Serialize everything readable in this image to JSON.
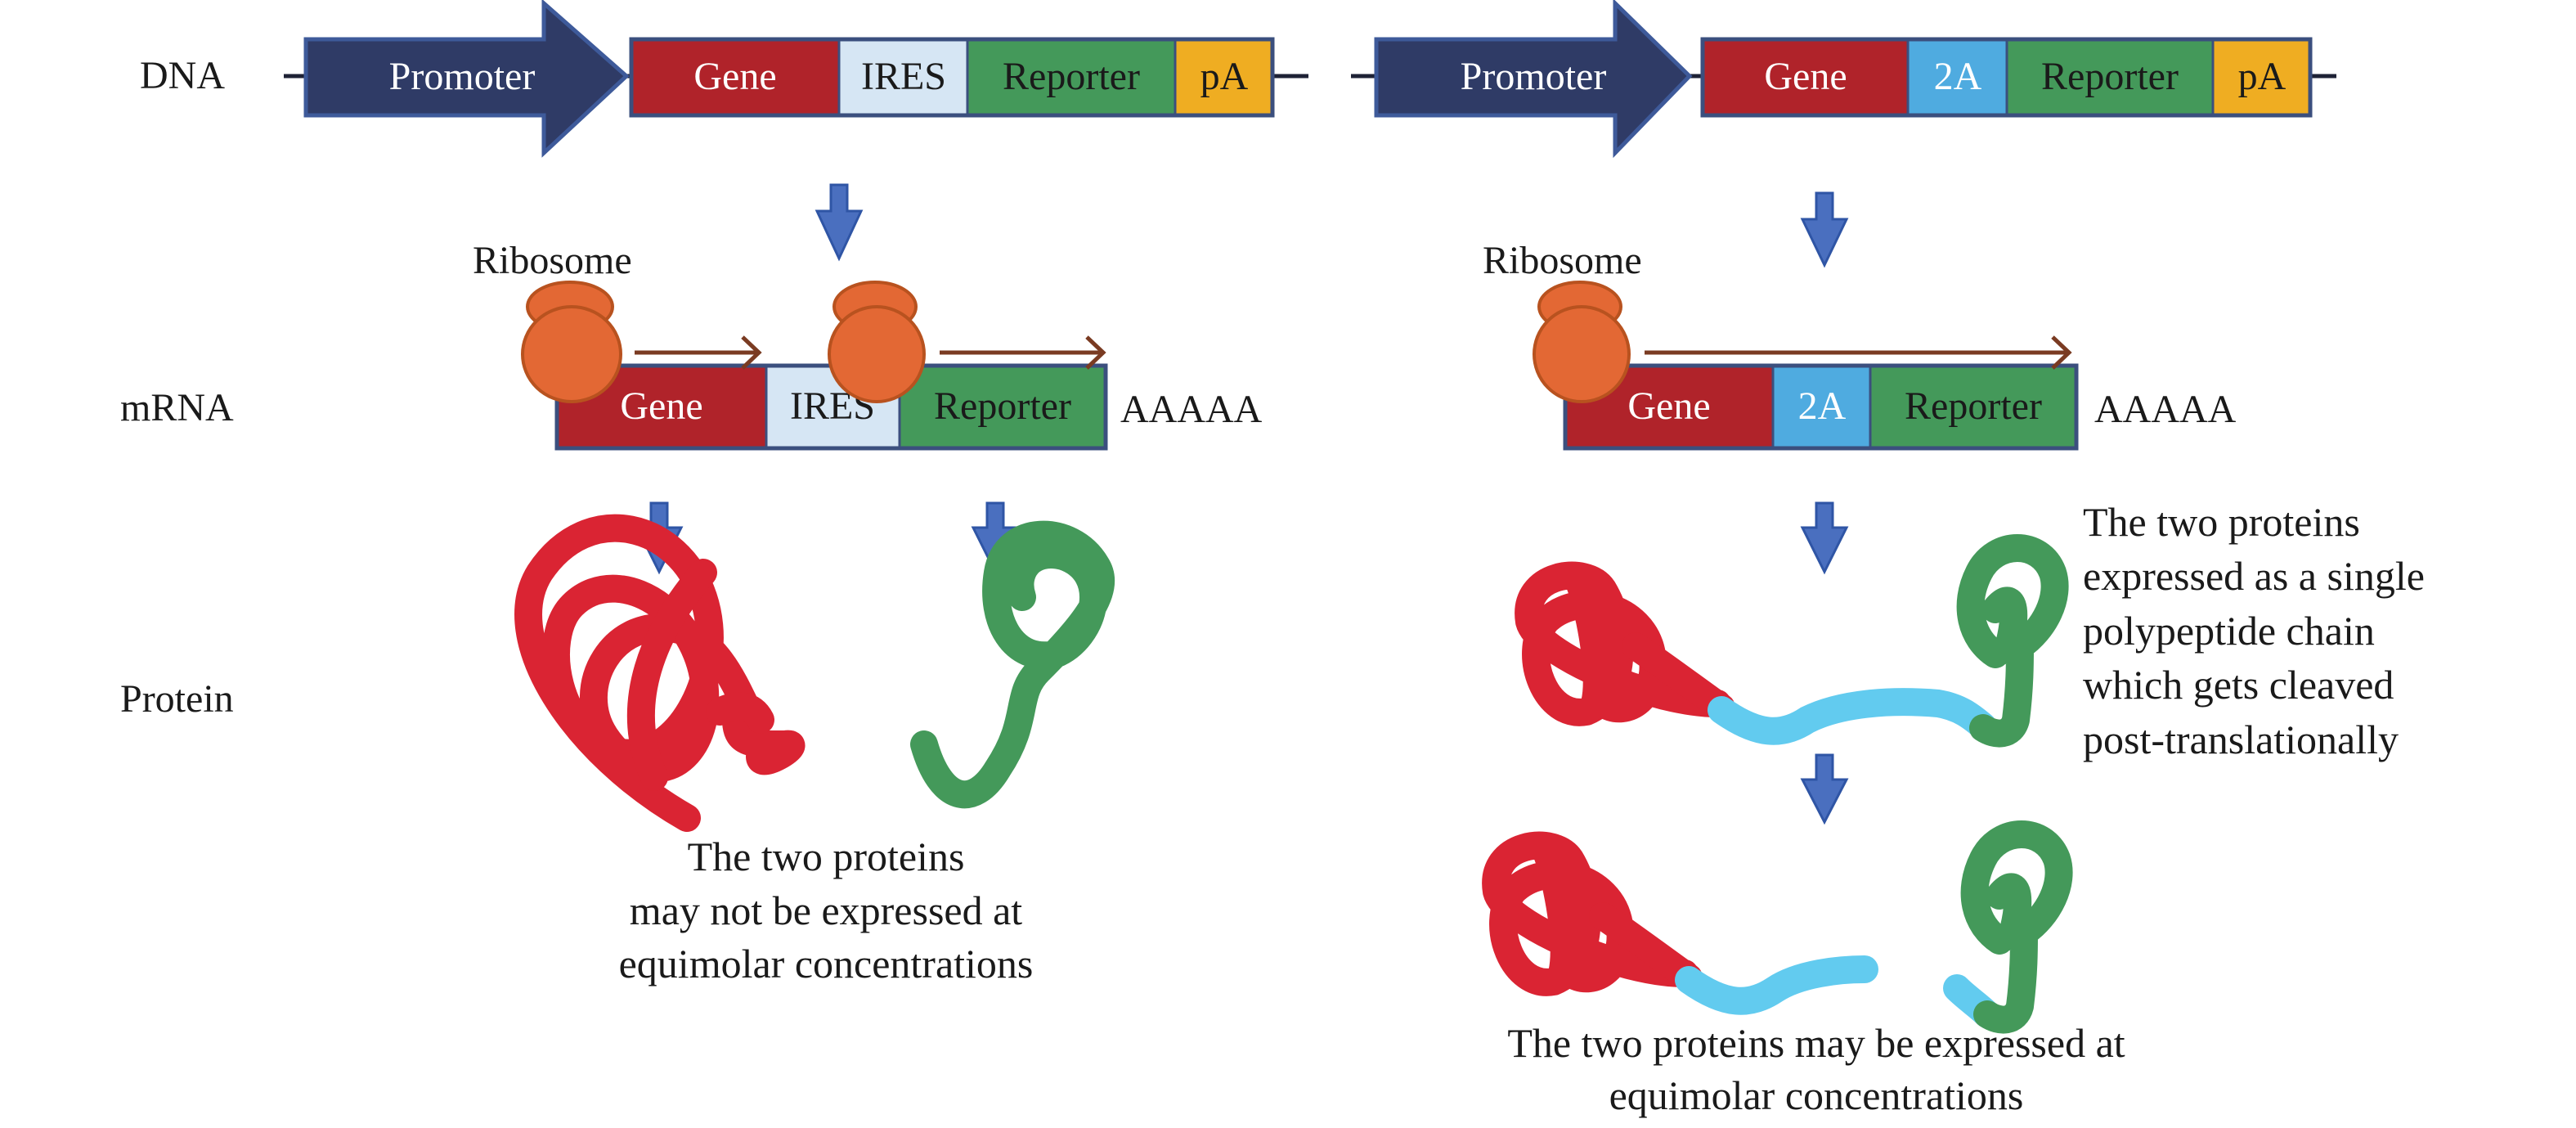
{
  "row_labels": {
    "dna": "DNA",
    "mrna": "mRNA",
    "protein": "Protein"
  },
  "left_construct": {
    "dna_segments": [
      {
        "key": "promoter",
        "label": "Promoter"
      },
      {
        "key": "gene",
        "label": "Gene"
      },
      {
        "key": "ires",
        "label": "IRES"
      },
      {
        "key": "reporter",
        "label": "Reporter"
      },
      {
        "key": "pa",
        "label": "pA"
      }
    ],
    "ribosome_label": "Ribosome",
    "mrna_segments": [
      {
        "key": "gene",
        "label": "Gene"
      },
      {
        "key": "ires",
        "label": "IRES"
      },
      {
        "key": "reporter",
        "label": "Reporter"
      }
    ],
    "poly_a": "AAAAA",
    "caption_lines": [
      "The two proteins",
      "may not be expressed at",
      "equimolar concentrations"
    ]
  },
  "right_construct": {
    "dna_segments": [
      {
        "key": "promoter",
        "label": "Promoter"
      },
      {
        "key": "gene",
        "label": "Gene"
      },
      {
        "key": "t2a",
        "label": "2A"
      },
      {
        "key": "reporter",
        "label": "Reporter"
      },
      {
        "key": "pa",
        "label": "pA"
      }
    ],
    "ribosome_label": "Ribosome",
    "mrna_segments": [
      {
        "key": "gene",
        "label": "Gene"
      },
      {
        "key": "t2a",
        "label": "2A"
      },
      {
        "key": "reporter",
        "label": "Reporter"
      }
    ],
    "poly_a": "AAAAA",
    "side_note_lines": [
      "The two proteins",
      "expressed as a single",
      "polypeptide chain",
      "which gets cleaved",
      "post-translationally"
    ],
    "caption_lines": [
      "The two proteins may be expressed at",
      "equimolar concentrations"
    ]
  },
  "colors": {
    "promoter": "#2F3B66",
    "promoter_border": "#3E5A9A",
    "gene": "#B0232A",
    "ires": "#D6E6F4",
    "reporter": "#44995A",
    "pa": "#EFAD22",
    "t2a": "#4FABE0",
    "box_border": "#3B4F7E",
    "backbone": "#1E2235",
    "ribosome": "#E36834",
    "ribosome_border": "#B8521F",
    "translation_arrow": "#7A3B22",
    "flow_arrow": "#4A6FBF",
    "flow_arrow_border": "#2F55A5",
    "protein_gene": "#DA2433",
    "protein_reporter": "#44995A",
    "protein_linker": "#62CBEF",
    "text_dark": "#1a1a1a",
    "text_light": "#ffffff"
  }
}
